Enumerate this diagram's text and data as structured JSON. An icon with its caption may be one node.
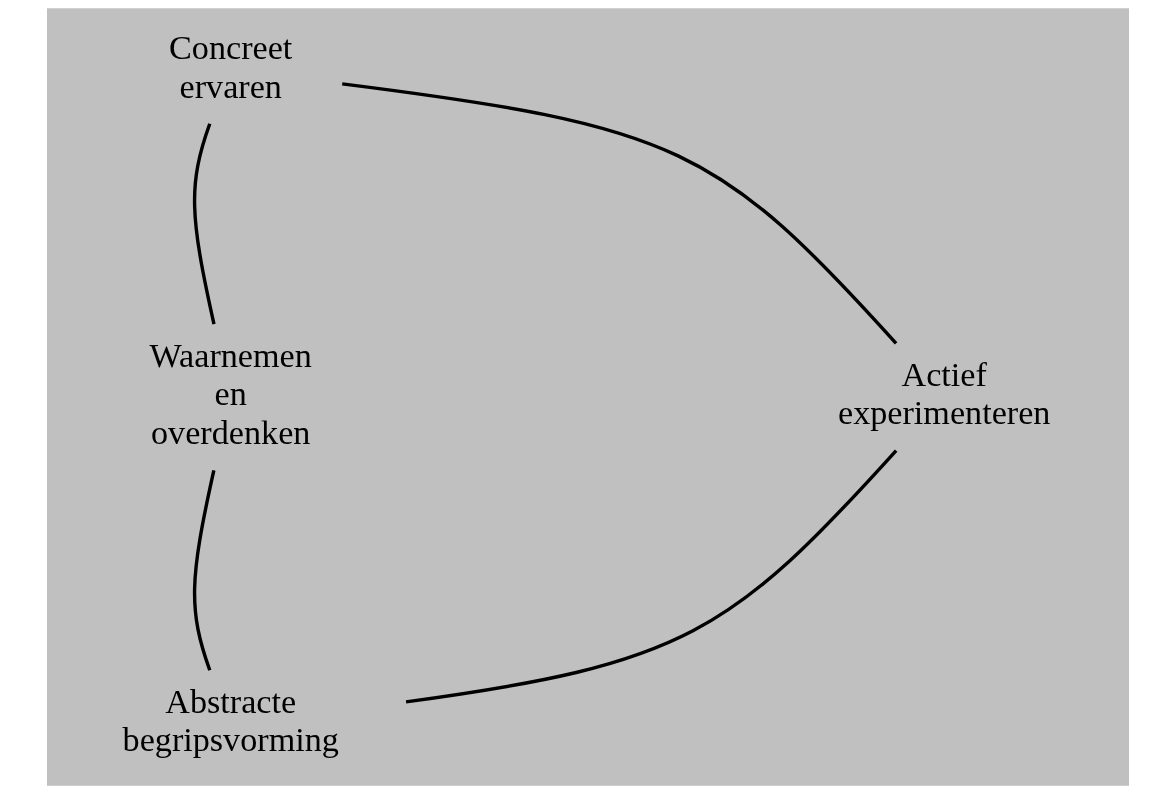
{
  "diagram": {
    "nodes": [
      {
        "text": [
          "Concreet ervaren"
        ]
      },
      {
        "text": [
          "Waarnemen en overdenken"
        ]
      },
      {
        "text": [
          "Abstracte begripsvorming"
        ]
      },
      {
        "text": [
          "Actief experimenteren"
        ]
      }
    ],
    "edges": [
      {
        "from": 0,
        "to": 1,
        "arrow": "none"
      },
      {
        "from": 1,
        "to": 2,
        "arrow": "none"
      },
      {
        "from": 2,
        "to": 3,
        "arrow": "none"
      },
      {
        "from": 3,
        "to": 0,
        "arrow": "none"
      }
    ]
  }
}
